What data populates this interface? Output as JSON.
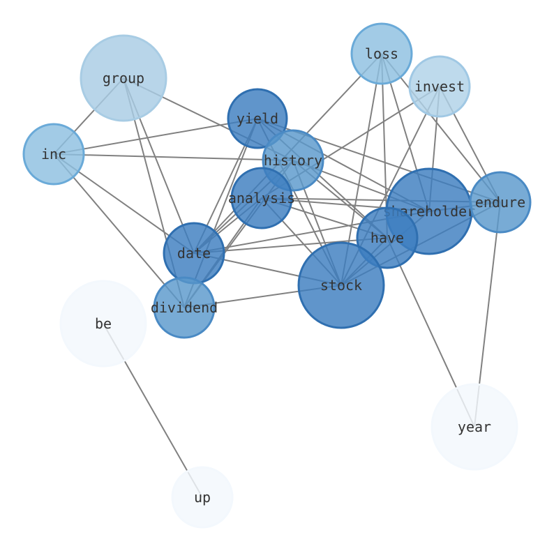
{
  "nodes": [
    {
      "id": "group",
      "label": "group",
      "fill": "#a8cce4",
      "stroke": "#a8cce4"
    },
    {
      "id": "loss",
      "label": "loss",
      "fill": "#8ec0e0",
      "stroke": "#6aaad8"
    },
    {
      "id": "invest",
      "label": "invest",
      "fill": "#b0d2e8",
      "stroke": "#a0c8e4"
    },
    {
      "id": "yield",
      "label": "yield",
      "fill": "#3d7ebf",
      "stroke": "#2f6fb0"
    },
    {
      "id": "inc",
      "label": "inc",
      "fill": "#8ec0e0",
      "stroke": "#6aaad8"
    },
    {
      "id": "history",
      "label": "history",
      "fill": "#5a98cc",
      "stroke": "#4a8ac4"
    },
    {
      "id": "analysis",
      "label": "analysis",
      "fill": "#3d7ebf",
      "stroke": "#2f6fb0"
    },
    {
      "id": "shareholder",
      "label": "shareholder",
      "fill": "#3d7ebf",
      "stroke": "#2f6fb0"
    },
    {
      "id": "endure",
      "label": "endure",
      "fill": "#5a98cc",
      "stroke": "#4a8ac4"
    },
    {
      "id": "have",
      "label": "have",
      "fill": "#3d7ebf",
      "stroke": "#2f6fb0"
    },
    {
      "id": "date",
      "label": "date",
      "fill": "#3d7ebf",
      "stroke": "#2f6fb0"
    },
    {
      "id": "stock",
      "label": "stock",
      "fill": "#3d7ebf",
      "stroke": "#2f6fb0"
    },
    {
      "id": "dividend",
      "label": "dividend",
      "fill": "#5a98cc",
      "stroke": "#4a8ac4"
    },
    {
      "id": "be",
      "label": "be",
      "fill": "#f3f8fd",
      "stroke": "#f3f8fd"
    },
    {
      "id": "year",
      "label": "year",
      "fill": "#f3f8fd",
      "stroke": "#f3f8fd"
    },
    {
      "id": "up",
      "label": "up",
      "fill": "#f3f8fd",
      "stroke": "#f3f8fd"
    }
  ],
  "edges": [
    [
      "group",
      "inc"
    ],
    [
      "group",
      "date"
    ],
    [
      "group",
      "dividend"
    ],
    [
      "group",
      "history"
    ],
    [
      "inc",
      "yield"
    ],
    [
      "inc",
      "history"
    ],
    [
      "inc",
      "date"
    ],
    [
      "inc",
      "dividend"
    ],
    [
      "yield",
      "date"
    ],
    [
      "yield",
      "dividend"
    ],
    [
      "yield",
      "stock"
    ],
    [
      "yield",
      "shareholder"
    ],
    [
      "yield",
      "endure"
    ],
    [
      "yield",
      "have"
    ],
    [
      "history",
      "date"
    ],
    [
      "history",
      "dividend"
    ],
    [
      "history",
      "stock"
    ],
    [
      "history",
      "have"
    ],
    [
      "history",
      "shareholder"
    ],
    [
      "analysis",
      "date"
    ],
    [
      "analysis",
      "dividend"
    ],
    [
      "analysis",
      "stock"
    ],
    [
      "analysis",
      "shareholder"
    ],
    [
      "analysis",
      "endure"
    ],
    [
      "analysis",
      "have"
    ],
    [
      "loss",
      "stock"
    ],
    [
      "loss",
      "date"
    ],
    [
      "loss",
      "shareholder"
    ],
    [
      "loss",
      "endure"
    ],
    [
      "loss",
      "have"
    ],
    [
      "invest",
      "analysis"
    ],
    [
      "invest",
      "stock"
    ],
    [
      "invest",
      "shareholder"
    ],
    [
      "invest",
      "endure"
    ],
    [
      "shareholder",
      "date"
    ],
    [
      "shareholder",
      "stock"
    ],
    [
      "shareholder",
      "endure"
    ],
    [
      "endure",
      "stock"
    ],
    [
      "endure",
      "year"
    ],
    [
      "have",
      "date"
    ],
    [
      "have",
      "stock"
    ],
    [
      "have",
      "year"
    ],
    [
      "date",
      "stock"
    ],
    [
      "dividend",
      "stock"
    ],
    [
      "be",
      "up"
    ]
  ]
}
